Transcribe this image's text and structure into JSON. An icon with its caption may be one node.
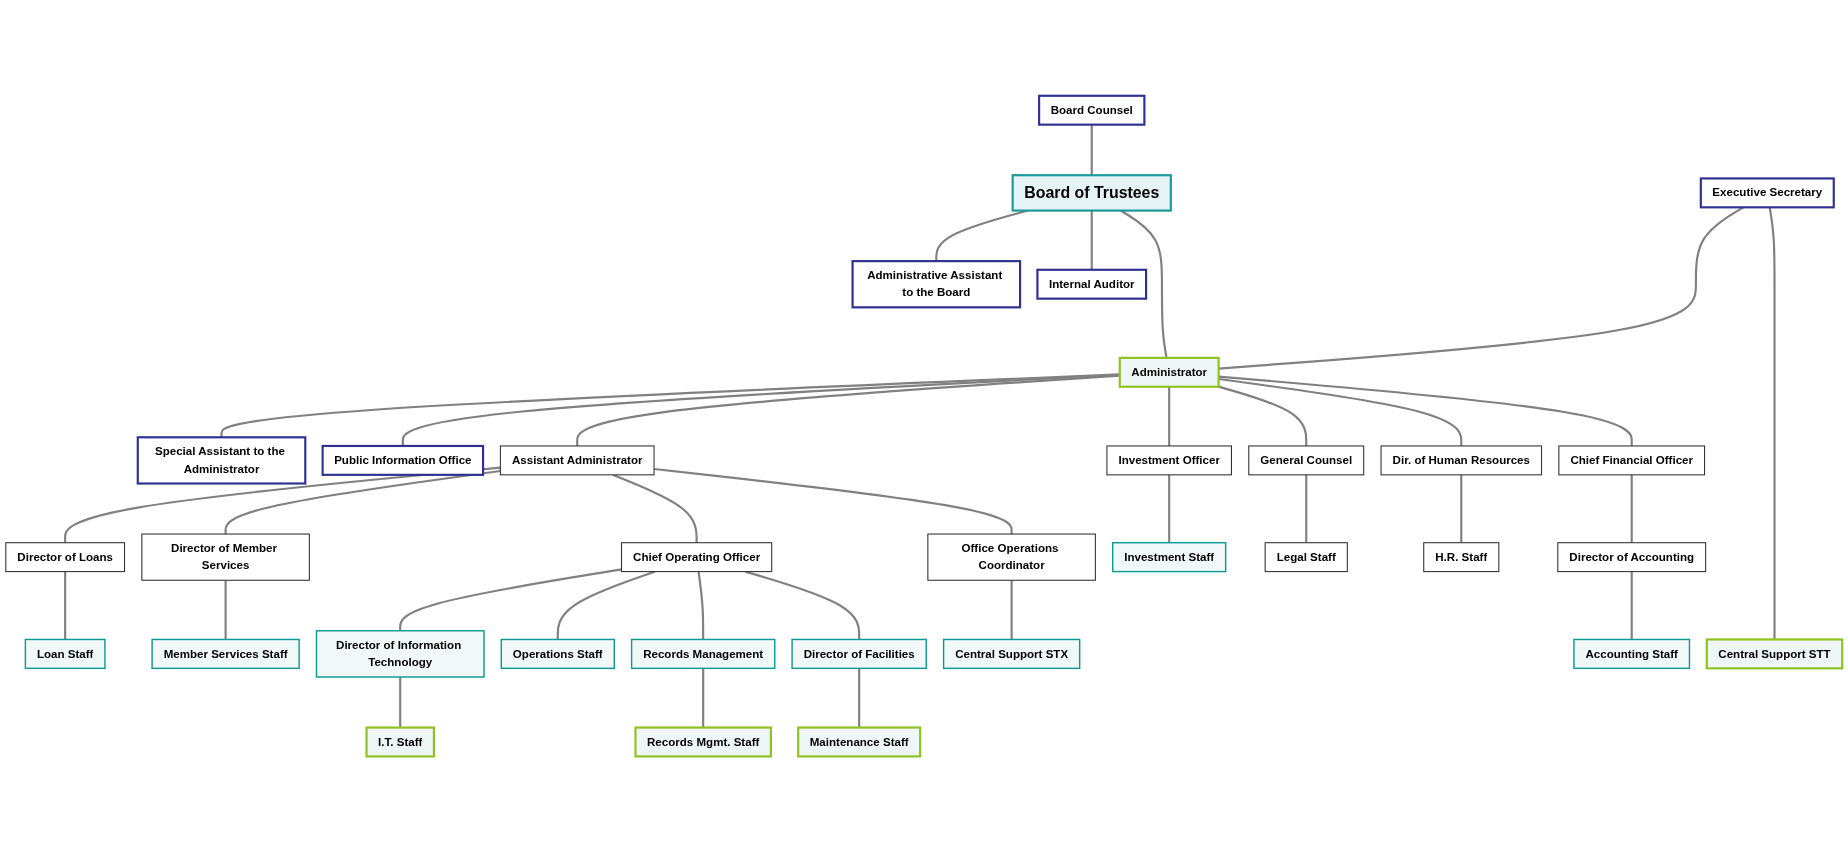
{
  "diagram": {
    "nodes": [
      {
        "text": [
          "Board Counsel"
        ]
      },
      {
        "text": [
          "Board of Trustees"
        ]
      },
      {
        "text": [
          "Administrative Assistant to the Board"
        ]
      },
      {
        "text": [
          "Internal Auditor"
        ]
      },
      {
        "text": [
          "Executive Secretary"
        ]
      },
      {
        "text": [
          "Administrator"
        ]
      },
      {
        "text": [
          "Special Assistant to the Administrator"
        ]
      },
      {
        "text": [
          "Public Information Office"
        ]
      },
      {
        "text": [
          "Assistant Administrator"
        ]
      },
      {
        "text": [
          "General Counsel"
        ]
      },
      {
        "text": [
          "Chief Financial Officer"
        ]
      },
      {
        "text": [
          "Chief Operating Officer"
        ]
      },
      {
        "text": [
          "Investment Officer"
        ]
      },
      {
        "text": [
          "Dir. of Human Resources"
        ]
      },
      {
        "text": [
          "Director of Accounting"
        ]
      },
      {
        "text": [
          "Director of Loans"
        ]
      },
      {
        "text": [
          "Director of Member Services"
        ]
      },
      {
        "text": [
          "Director of Information Technology"
        ]
      },
      {
        "text": [
          "Director of Facilities"
        ]
      },
      {
        "text": [
          "Records Management"
        ]
      },
      {
        "text": [
          "Office Operations Coordinator"
        ]
      },
      {
        "text": [
          "Central Support STT"
        ]
      },
      {
        "text": [
          "Investment Staff"
        ]
      },
      {
        "text": [
          "Legal Staff"
        ]
      },
      {
        "text": [
          "H.R. Staff"
        ]
      },
      {
        "text": [
          "Accounting Staff"
        ]
      },
      {
        "text": [
          "Loan Staff"
        ]
      },
      {
        "text": [
          "Member Services Staff"
        ]
      },
      {
        "text": [
          "I.T. Staff"
        ]
      },
      {
        "text": [
          "Operations Staff"
        ]
      },
      {
        "text": [
          "Records Mgmt. Staff"
        ]
      },
      {
        "text": [
          "Maintenance Staff"
        ]
      },
      {
        "text": [
          "Central Support STX"
        ]
      }
    ],
    "edges": [
      {
        "from": 0,
        "to": 1,
        "arrow": "none"
      },
      {
        "from": 1,
        "to": 2,
        "arrow": "none"
      },
      {
        "from": 1,
        "to": 3,
        "arrow": "none"
      },
      {
        "from": 1,
        "to": 5,
        "arrow": "none"
      },
      {
        "from": 4,
        "to": 5,
        "arrow": "none"
      },
      {
        "from": 5,
        "to": 6,
        "arrow": "none"
      },
      {
        "from": 5,
        "to": 7,
        "arrow": "none"
      },
      {
        "from": 5,
        "to": 8,
        "arrow": "none"
      },
      {
        "from": 5,
        "to": 12,
        "arrow": "none"
      },
      {
        "from": 5,
        "to": 9,
        "arrow": "none"
      },
      {
        "from": 5,
        "to": 13,
        "arrow": "none"
      },
      {
        "from": 5,
        "to": 10,
        "arrow": "none"
      },
      {
        "from": 4,
        "to": 21,
        "arrow": "none"
      },
      {
        "from": 12,
        "to": 22,
        "arrow": "none"
      },
      {
        "from": 9,
        "to": 23,
        "arrow": "none"
      },
      {
        "from": 13,
        "to": 24,
        "arrow": "none"
      },
      {
        "from": 10,
        "to": 14,
        "arrow": "none"
      },
      {
        "from": 14,
        "to": 25,
        "arrow": "none"
      },
      {
        "from": 8,
        "to": 15,
        "arrow": "none"
      },
      {
        "from": 8,
        "to": 16,
        "arrow": "none"
      },
      {
        "from": 8,
        "to": 11,
        "arrow": "none"
      },
      {
        "from": 8,
        "to": 20,
        "arrow": "none"
      },
      {
        "from": 15,
        "to": 26,
        "arrow": "none"
      },
      {
        "from": 16,
        "to": 27,
        "arrow": "none"
      },
      {
        "from": 11,
        "to": 17,
        "arrow": "none"
      },
      {
        "from": 11,
        "to": 29,
        "arrow": "none"
      },
      {
        "from": 11,
        "to": 19,
        "arrow": "none"
      },
      {
        "from": 11,
        "to": 18,
        "arrow": "none"
      },
      {
        "from": 17,
        "to": 28,
        "arrow": "none"
      },
      {
        "from": 19,
        "to": 30,
        "arrow": "none"
      },
      {
        "from": 18,
        "to": 31,
        "arrow": "none"
      },
      {
        "from": 20,
        "to": 32,
        "arrow": "none"
      }
    ]
  }
}
